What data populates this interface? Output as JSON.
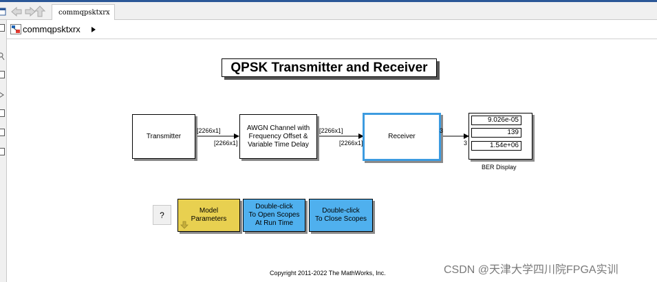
{
  "tab": {
    "label": "commqpsktxrx"
  },
  "breadcrumb": {
    "model": "commqpsktxrx"
  },
  "diagram": {
    "title": "QPSK Transmitter and Receiver",
    "blocks": {
      "transmitter": "Transmitter",
      "channel_line1": "AWGN Channel with",
      "channel_line2": "Frequency Offset &",
      "channel_line3": "Variable Time Delay",
      "receiver": "Receiver",
      "ber_label": "BER Display"
    },
    "signals": {
      "tx_out": "[2266x1]",
      "ch_in": "[2266x1]",
      "ch_out": "[2266x1]",
      "rx_in": "[2266x1]",
      "rx_out": "3",
      "ber_in": "3"
    },
    "ber_values": [
      "9.026e-05",
      "139",
      "1.54e+06"
    ],
    "buttons": {
      "help": "?",
      "model_params_line1": "Model",
      "model_params_line2": "Parameters",
      "open_scopes_line1": "Double-click",
      "open_scopes_line2": "To Open Scopes",
      "open_scopes_line3": "At Run Time",
      "close_scopes_line1": "Double-click",
      "close_scopes_line2": "To Close Scopes"
    },
    "copyright": "Copyright 2011-2022 The MathWorks, Inc."
  },
  "watermark": "CSDN @天津大学四川院FPGA实训",
  "colors": {
    "model_params_bg": "#e8d050",
    "scope_button_bg": "#4fb0ee",
    "selected_outline": "#3c9be0",
    "tab_accent": "#2b5797"
  }
}
